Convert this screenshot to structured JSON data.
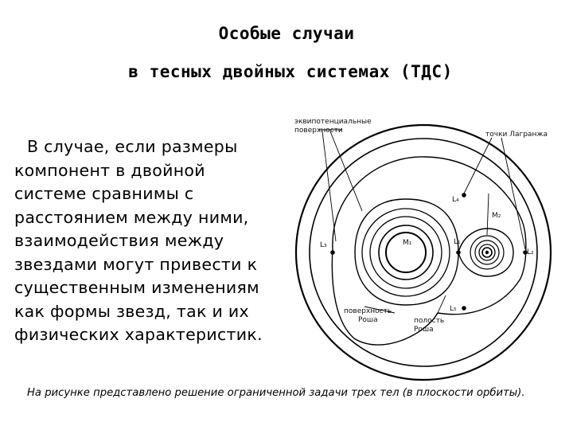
{
  "title": {
    "line1": "Особые случаи",
    "line2": "в тесных двойных системах (ТДС)"
  },
  "body": {
    "text": "В случае, если размеры компонент в двойной системе сравнимы с расстоянием между ними, взаимодействия между звездами могут привести к существенным изменениям как формы звезд, так и их физических характеристик."
  },
  "caption": "На рисунке представлено решение ограниченной задачи трех тел (в плоскости орбиты).",
  "diagram": {
    "labels": {
      "equipotential_line1": "эквипотенциальные",
      "equipotential_line2": "поверхности",
      "lagrange_points": "точки Лагранжа",
      "l4": "L₄",
      "m2": "M₂",
      "l3": "L₃",
      "m1": "M₁",
      "l1": "L₁",
      "l2": "L₂",
      "roche_surface_line1": "поверхность",
      "roche_surface_line2": "Роша",
      "roche_lobe_line1": "полость",
      "roche_lobe_line2": "Роша",
      "l5": "L₅"
    }
  }
}
